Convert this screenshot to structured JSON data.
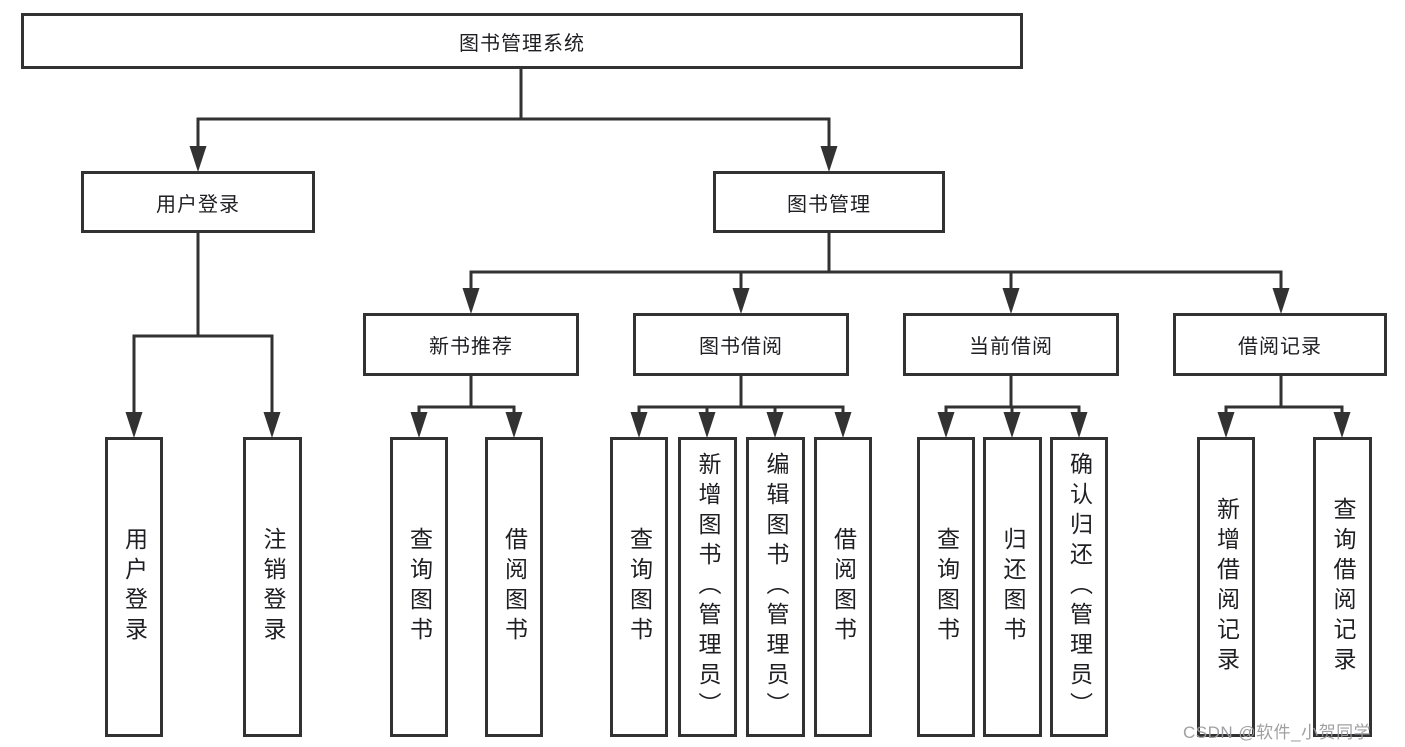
{
  "tree": {
    "label": "图书管理系统",
    "children": [
      {
        "label": "用户登录",
        "children": [
          {
            "label": "用户登录"
          },
          {
            "label": "注销登录"
          }
        ]
      },
      {
        "label": "图书管理",
        "children": [
          {
            "label": "新书推荐",
            "children": [
              {
                "label": "查询图书"
              },
              {
                "label": "借阅图书"
              }
            ]
          },
          {
            "label": "图书借阅",
            "children": [
              {
                "label": "查询图书"
              },
              {
                "label": "新增图书（管理员）"
              },
              {
                "label": "编辑图书（管理员）"
              },
              {
                "label": "借阅图书"
              }
            ]
          },
          {
            "label": "当前借阅",
            "children": [
              {
                "label": "查询图书"
              },
              {
                "label": "归还图书"
              },
              {
                "label": "确认归还（管理员）"
              }
            ]
          },
          {
            "label": "借阅记录",
            "children": [
              {
                "label": "新增借阅记录"
              },
              {
                "label": "查询借阅记录"
              }
            ]
          }
        ]
      }
    ]
  },
  "watermark": {
    "text": "CSDN @软件_小贺同学"
  },
  "colors": {
    "line": "#323232",
    "text": "#1f1f23",
    "background": "#ffffff",
    "watermark": "#9b9b9e"
  }
}
